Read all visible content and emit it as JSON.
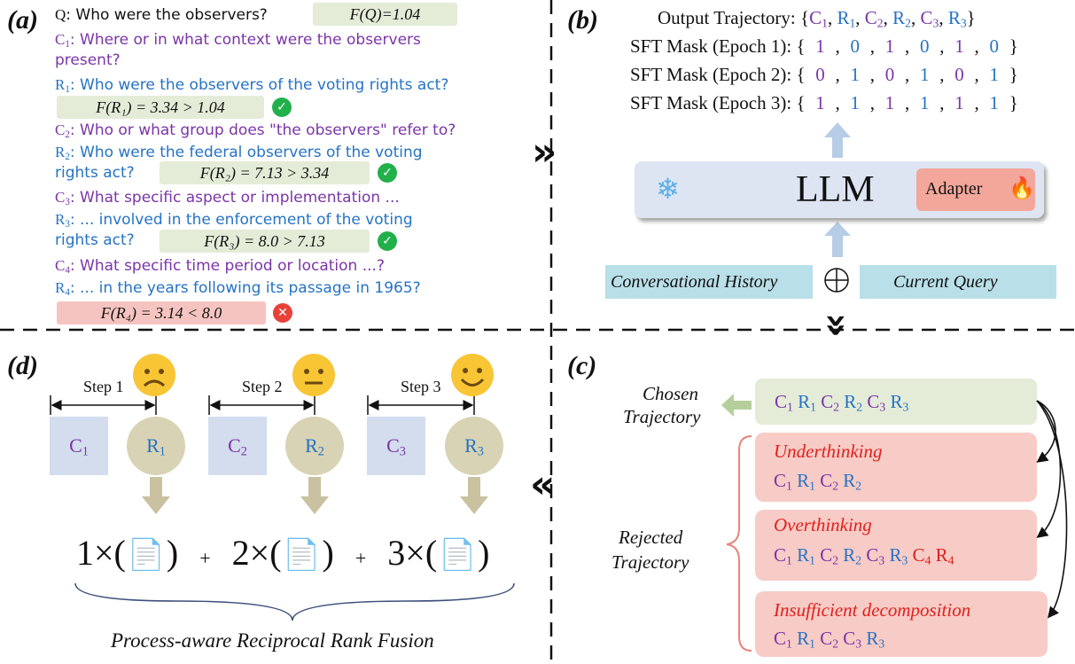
{
  "panels": {
    "a": "(a)",
    "b": "(b)",
    "c": "(c)",
    "d": "(d)"
  },
  "panel_a": {
    "q_prefix": "Q",
    "q_text": ": Who were the observers?",
    "f_q": "F(Q)=1.04",
    "c1_text": ": Where or in what context were the observers",
    "c1_text2": "present?",
    "r1_text": ": Who were the observers of the voting rights act?",
    "f_r1": "F(R₁) = 3.34 > 1.04",
    "c2_text": ": Who or what group does \"the observers\" refer to?",
    "r2_text": ": Who were the federal observers of the voting",
    "r2_text2": "rights act?",
    "f_r2": "F(R₂) = 7.13 > 3.34",
    "c3_text": ": What specific aspect or implementation ...",
    "r3_text": ": ... involved in the enforcement of the voting",
    "r3_text2": "rights act?",
    "f_r3": "F(R₃) = 8.0 > 7.13",
    "c4_text": ": What specific time period or location ...?",
    "r4_text": ": ... in the years following its passage in 1965?",
    "f_r4": "F(R₄) = 3.14 < 8.0"
  },
  "panel_b": {
    "output_label": "Output Trajectory:",
    "mask1_label": "SFT Mask (Epoch 1):",
    "mask2_label": "SFT Mask (Epoch 2):",
    "mask3_label": "SFT Mask (Epoch 3):",
    "mask1": [
      "1",
      "0",
      "1",
      "0",
      "1",
      "0"
    ],
    "mask2": [
      "0",
      "1",
      "0",
      "1",
      "0",
      "1"
    ],
    "mask3": [
      "1",
      "1",
      "1",
      "1",
      "1",
      "1"
    ],
    "llm": "LLM",
    "adapter": "Adapter",
    "history": "Conversational History",
    "query": "Current Query"
  },
  "panel_c": {
    "chosen_label_1": "Chosen",
    "chosen_label_2": "Trajectory",
    "rejected_label_1": "Rejected",
    "rejected_label_2": "Trajectory",
    "underthinking": "Underthinking",
    "overthinking": "Overthinking",
    "insufficient": "Insufficient decomposition"
  },
  "panel_d": {
    "step1": "Step 1",
    "step2": "Step 2",
    "step3": "Step 3",
    "coef1": "1×(",
    "coef2": "2×(",
    "coef3": "3×(",
    "plus": "+",
    "close": ")",
    "fusion": "Process-aware Reciprocal Rank Fusion"
  },
  "colors": {
    "purple": "#7b35a8",
    "blue": "#2573c4",
    "red": "#e0201c",
    "green_check": "#22b04b"
  }
}
